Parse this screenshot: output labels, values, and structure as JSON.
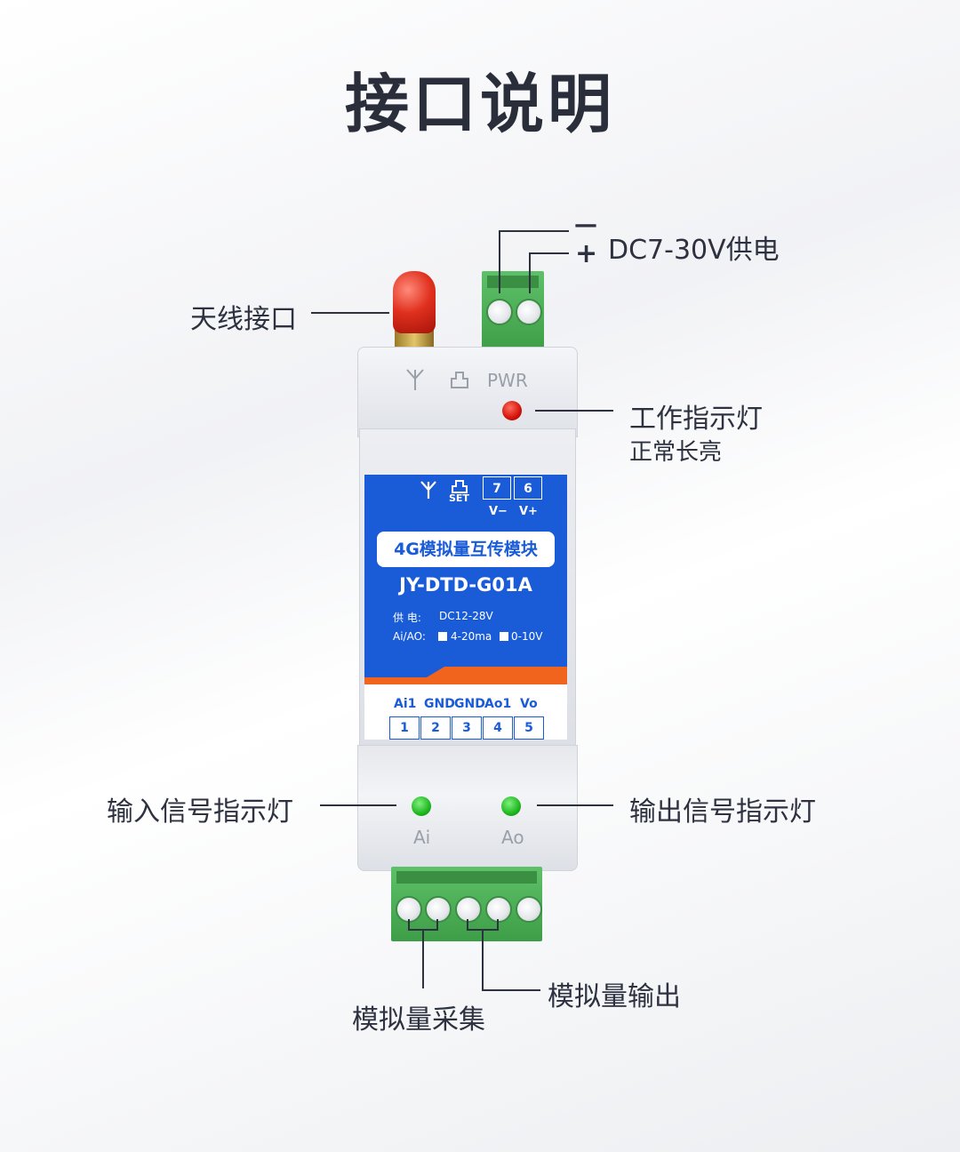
{
  "title": "接口说明",
  "callouts": {
    "power": "DC7-30V供电",
    "power_minus": "—",
    "power_plus": "+",
    "antenna": "天线接口",
    "work_led": "工作指示灯",
    "work_led_note": "正常长亮",
    "input_led": "输入信号指示灯",
    "output_led": "输出信号指示灯",
    "analog_in": "模拟量采集",
    "analog_out": "模拟量输出"
  },
  "device": {
    "pwr_label": "PWR",
    "ai_label": "Ai",
    "ao_label": "Ao",
    "set_label": "SET",
    "product_name": "4G模拟量互传模块",
    "model": "JY-DTD-G01A",
    "supply_label": "供  电:",
    "supply_value": "DC12-28V",
    "aiao_label": "Ai/AO:",
    "aiao_opt1": "4-20ma",
    "aiao_opt2": "0-10V",
    "top_terminals": [
      {
        "num": "7",
        "name": "V−"
      },
      {
        "num": "6",
        "name": "V+"
      }
    ],
    "bottom_terminals": [
      {
        "num": "1",
        "name": "Ai1"
      },
      {
        "num": "2",
        "name": "GND"
      },
      {
        "num": "3",
        "name": "GND"
      },
      {
        "num": "4",
        "name": "Ao1"
      },
      {
        "num": "5",
        "name": "Vo"
      }
    ]
  },
  "colors": {
    "panel_blue": "#1a5bd8",
    "orange": "#f0641e",
    "terminal_green": "#4caf50",
    "led_red": "#d4120a",
    "led_green": "#1fb81f"
  }
}
